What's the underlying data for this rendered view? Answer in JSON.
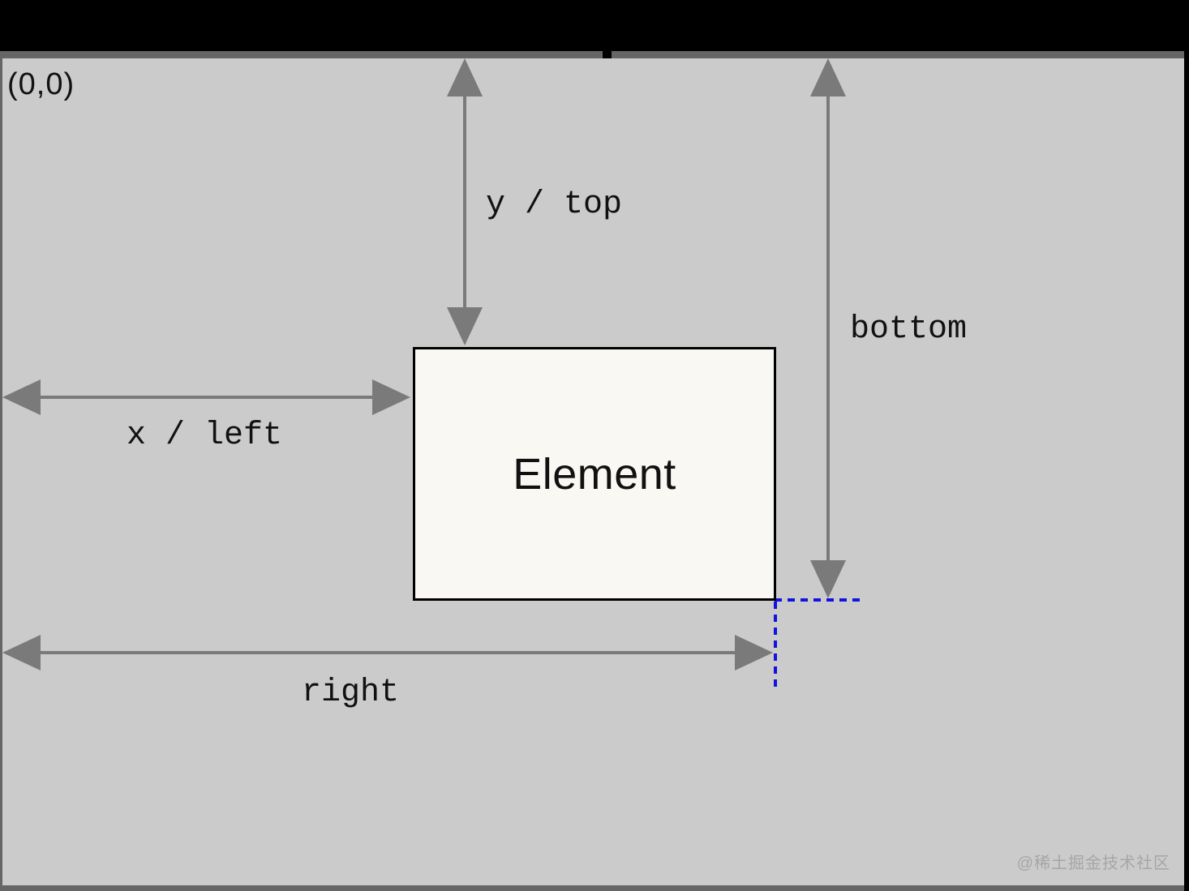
{
  "frame": {
    "origin_label": "(0,0)",
    "watermark": "@稀土掘金技术社区"
  },
  "diagram": {
    "element_label": "Element",
    "labels": {
      "y_top": "y / top",
      "x_left": "x / left",
      "bottom": "bottom",
      "right": "right"
    },
    "colors": {
      "letterbox": "#000000",
      "frame": "#666666",
      "canvas": "#cbcbcb",
      "arrow": "#7a7a7a",
      "element_fill": "#faf8f2",
      "element_border": "#000000",
      "guide_blue": "#1313dd",
      "ink": "#111111",
      "watermark": "#a6a6a6"
    }
  }
}
